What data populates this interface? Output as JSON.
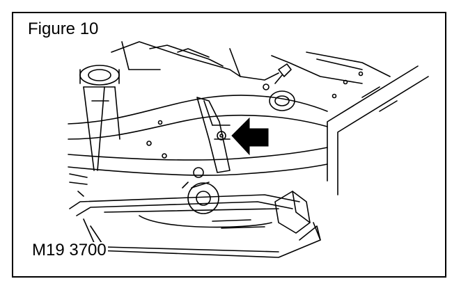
{
  "figure": {
    "title": "Figure 10",
    "code": "M19 3700"
  },
  "illustration": {
    "subject": "line-art-mechanical-drawing",
    "callout": "arrow-pointing-left"
  },
  "colors": {
    "ink": "#000000",
    "paper": "#ffffff"
  }
}
